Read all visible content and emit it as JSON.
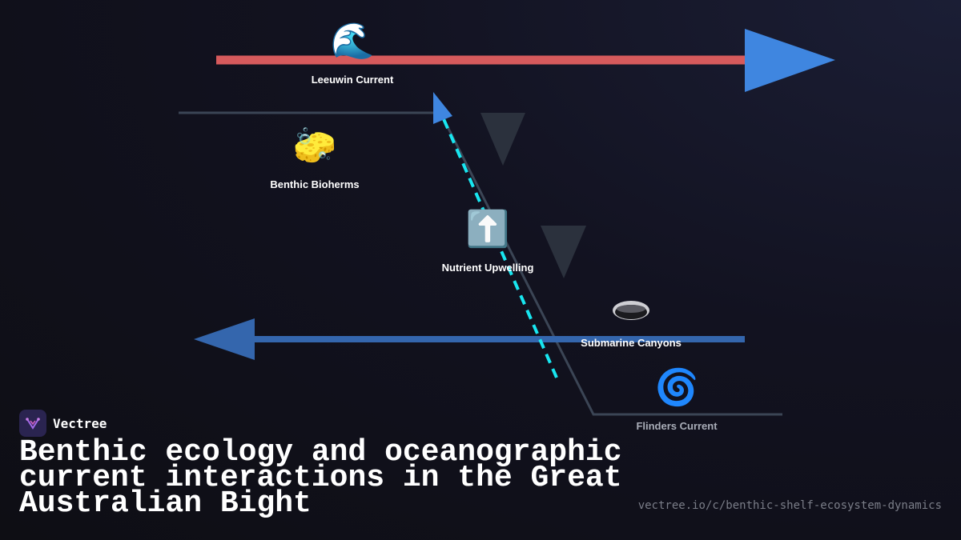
{
  "brand": {
    "name": "Vectree",
    "logo_icon": "vectree-logo-icon"
  },
  "title": "Benthic ecology and oceanographic current interactions in the Great Australian Bight",
  "url": "vectree.io/c/benthic-shelf-ecosystem-dynamics",
  "nodes": {
    "leeuwin": {
      "label": "Leeuwin Current",
      "icon": "wave-icon",
      "glyph": "🌊"
    },
    "bioherms": {
      "label": "Benthic Bioherms",
      "icon": "sponge-icon",
      "glyph": "🧽"
    },
    "upwelling": {
      "label": "Nutrient Upwelling",
      "icon": "up-arrow-icon",
      "glyph": "⬆️"
    },
    "canyons": {
      "label": "Submarine Canyons",
      "icon": "hole-icon"
    },
    "flinders": {
      "label": "Flinders Current",
      "icon": "cyclone-icon",
      "glyph": "🌀"
    }
  },
  "colors": {
    "leeuwin_current": "#d65a5c",
    "arrow_blue": "#3f86e0",
    "flinders_flow": "#3466ad",
    "upwelling_dash": "#18e6f0",
    "shelf_line": "#3b4555",
    "slope_triangle": "#2b313d"
  }
}
